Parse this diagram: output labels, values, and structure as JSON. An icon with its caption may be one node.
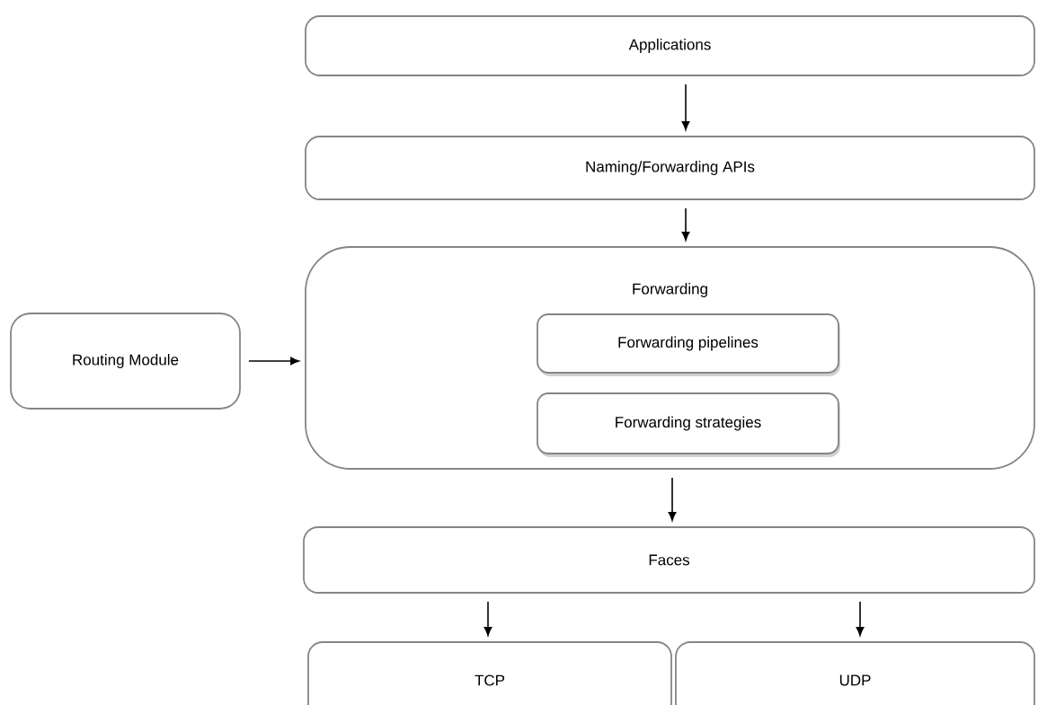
{
  "diagram": {
    "nodes": [
      {
        "text": [
          "Applications"
        ]
      },
      {
        "text": [
          "Naming/Forwarding APIs"
        ]
      },
      {
        "text": [
          "Forwarding"
        ]
      },
      {
        "text": [
          "Forwarding pipelines"
        ],
        "in": 2
      },
      {
        "text": [
          "Forwarding strategies"
        ],
        "in": 2
      },
      {
        "text": [
          "Routing Module"
        ]
      },
      {
        "text": [
          "Faces"
        ]
      },
      {
        "text": [
          "TCP"
        ]
      },
      {
        "text": [
          "UDP"
        ]
      }
    ],
    "edges": [
      {
        "from": 0,
        "to": 1,
        "arrow": "to"
      },
      {
        "from": 1,
        "to": 2,
        "arrow": "to"
      },
      {
        "from": 5,
        "to": 2,
        "arrow": "to"
      },
      {
        "from": 2,
        "to": 6,
        "arrow": "to"
      },
      {
        "from": 6,
        "to": 7,
        "arrow": "to"
      },
      {
        "from": 6,
        "to": 8,
        "arrow": "to"
      }
    ]
  }
}
